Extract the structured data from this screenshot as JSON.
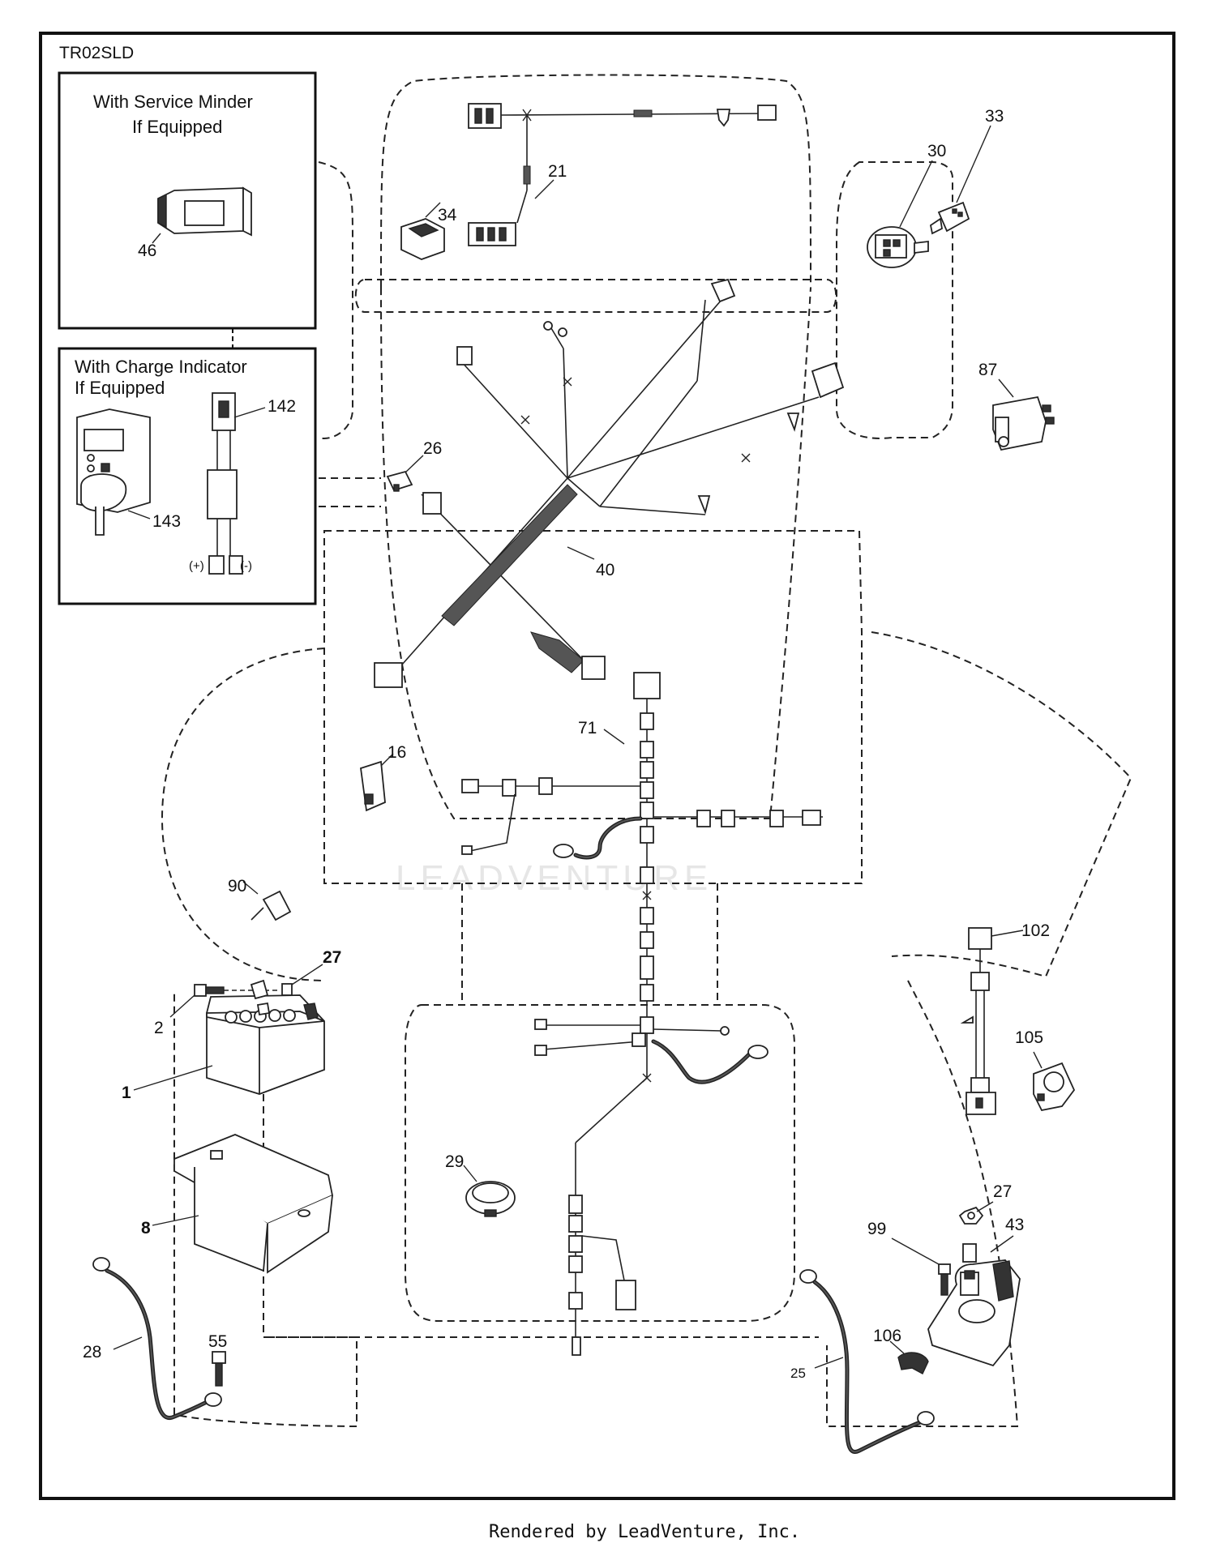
{
  "diagram": {
    "code": "TR02SLD",
    "footer": "Rendered by LeadVenture, Inc.",
    "watermark": "LEADVENTURE"
  },
  "insets": {
    "service_minder": {
      "title_line1": "With Service Minder",
      "title_line2": "If Equipped"
    },
    "charge_indicator": {
      "title_line1": "With Charge Indicator",
      "title_line2": "If Equipped",
      "terminal_plus": "(+)",
      "terminal_minus": "(-)"
    }
  },
  "callouts": {
    "p1": "1",
    "p2": "2",
    "p8": "8",
    "p16": "16",
    "p21": "21",
    "p25": "25",
    "p26": "26",
    "p27a": "27",
    "p27b": "27",
    "p28": "28",
    "p29": "29",
    "p30": "30",
    "p33": "33",
    "p34": "34",
    "p40": "40",
    "p43": "43",
    "p46": "46",
    "p55": "55",
    "p71": "71",
    "p87": "87",
    "p90": "90",
    "p99": "99",
    "p102": "102",
    "p105": "105",
    "p106": "106",
    "p142": "142",
    "p143": "143"
  }
}
